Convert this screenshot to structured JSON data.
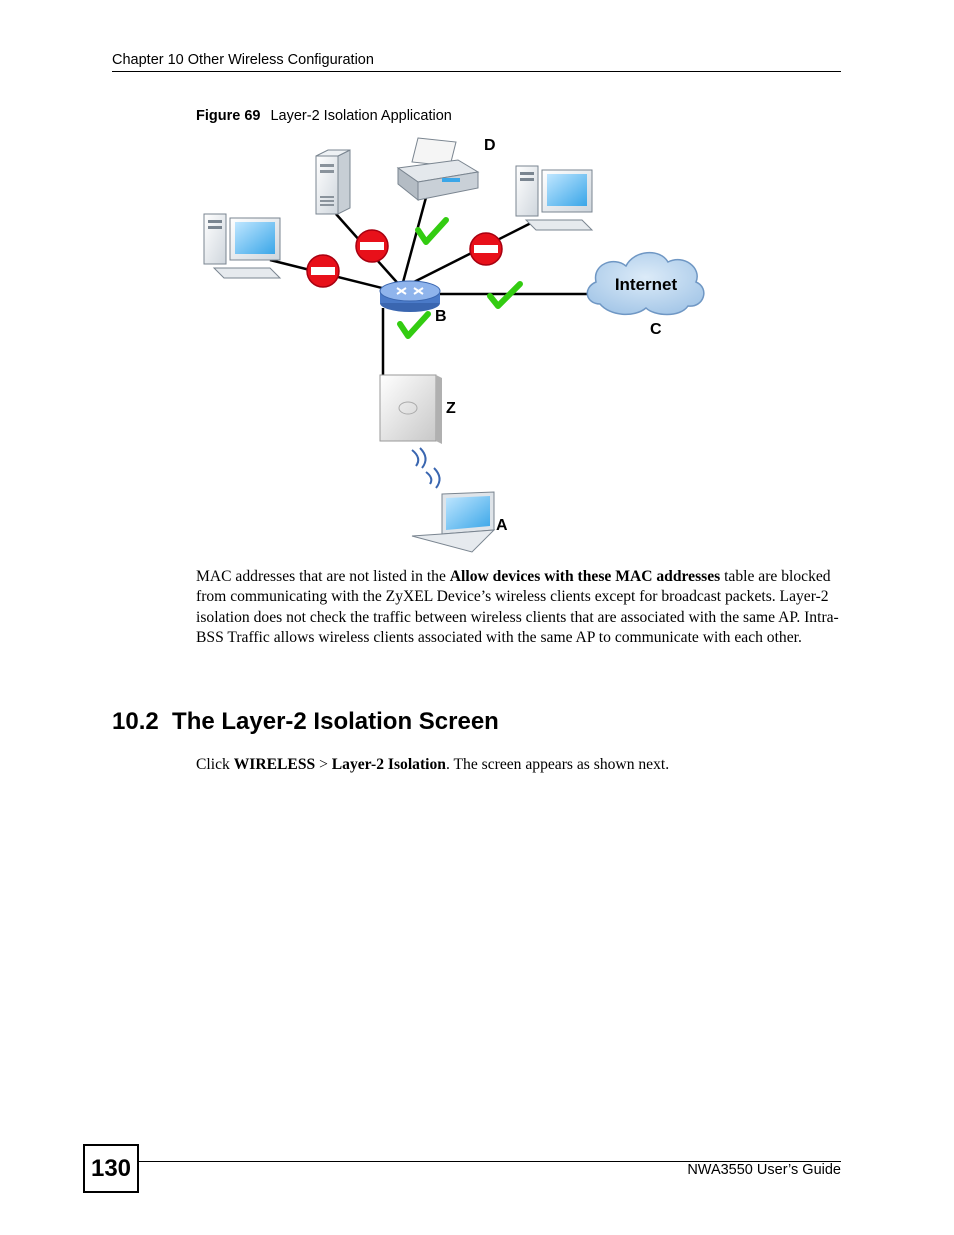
{
  "header": {
    "chapter": "Chapter 10 Other Wireless Configuration"
  },
  "figure": {
    "number": "Figure 69",
    "title": "Layer-2 Isolation Application",
    "labels": {
      "a": "A",
      "b": "B",
      "c": "C",
      "d": "D",
      "z": "Z",
      "internet": "Internet"
    },
    "icons": [
      "desktop-computer-icon",
      "server-tower-icon",
      "printer-icon",
      "router-icon",
      "access-point-icon",
      "laptop-icon",
      "cloud-icon",
      "blocked-icon",
      "allowed-check-icon",
      "wireless-signal-icon"
    ]
  },
  "body": {
    "p1_prefix": "MAC addresses that are not listed in the ",
    "p1_bold": "Allow devices with these MAC addresses",
    "p1_suffix": " table are blocked from communicating with the ZyXEL Device’s wireless clients except for broadcast packets. Layer-2 isolation does not check the traffic between wireless clients that are associated with the same AP. Intra-BSS Traffic allows wireless clients associated with the same AP to communicate with each other."
  },
  "section": {
    "title": "10.2  The Layer-2 Isolation Screen"
  },
  "click": {
    "prefix": "Click ",
    "menu": "WIRELESS",
    "sep": " > ",
    "item": "Layer-2 Isolation",
    "suffix": ". The screen appears as shown next."
  },
  "footer": {
    "page_number": "130",
    "guide": "NWA3550 User’s Guide"
  },
  "colors": {
    "check": "#33cc11",
    "block": "#e8101a",
    "cloud": "#a9c9e8",
    "router": "#5b8fd6"
  }
}
